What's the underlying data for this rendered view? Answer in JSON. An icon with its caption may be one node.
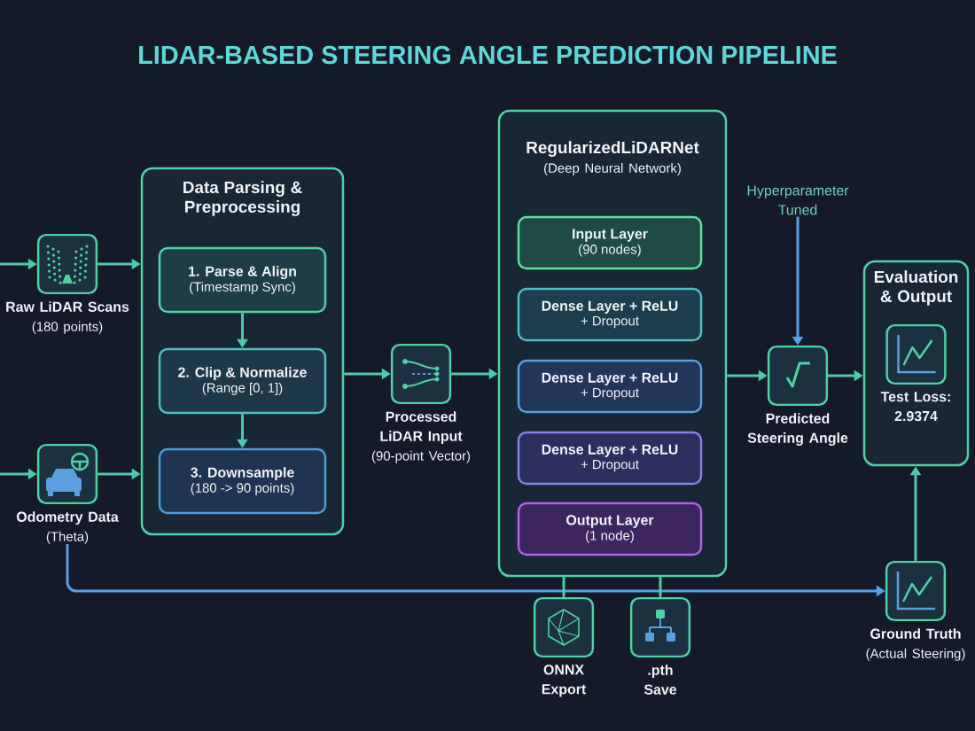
{
  "diagram": {
    "title": "LIDAR-BASED STEERING ANGLE PREDICTION PIPELINE",
    "nodes": [
      {
        "text": [
          "Raw LiDAR Scans",
          "(180 points)"
        ]
      },
      {
        "text": [
          "Odometry Data",
          "(Theta)"
        ]
      },
      {
        "text": [
          "Data Parsing & Preprocessing"
        ]
      },
      {
        "text": [
          "1. Parse & Align",
          "(Timestamp Sync)"
        ],
        "in": 2
      },
      {
        "text": [
          "2. Clip & Normalize",
          "(Range [0, 1])"
        ],
        "in": 2
      },
      {
        "text": [
          "3. Downsample",
          "(180 -> 90 points)"
        ],
        "in": 2
      },
      {
        "text": [
          "Processed LiDAR Input",
          "(90-point Vector)"
        ]
      },
      {
        "text": [
          "RegularizedLiDARNet",
          "(Deep Neural Network)"
        ]
      },
      {
        "text": [
          "Input Layer",
          "(90 nodes)"
        ],
        "in": 7
      },
      {
        "text": [
          "Dense Layer + ReLU",
          "+ Dropout"
        ],
        "in": 7
      },
      {
        "text": [
          "Dense Layer + ReLU",
          "+ Dropout"
        ],
        "in": 7
      },
      {
        "text": [
          "Dense Layer + ReLU",
          "+ Dropout"
        ],
        "in": 7
      },
      {
        "text": [
          "Output Layer",
          "(1 node)"
        ],
        "in": 7
      },
      {
        "text": [
          "Hyperparameter Tuned"
        ]
      },
      {
        "text": [
          "Predicted Steering Angle"
        ]
      },
      {
        "text": [
          "Evaluation & Output",
          "Test Loss: 2.9374"
        ]
      },
      {
        "text": [
          "Ground Truth",
          "(Actual Steering)"
        ]
      },
      {
        "text": [
          "ONNX Export"
        ]
      },
      {
        "text": [
          ".pth Save"
        ]
      }
    ],
    "edges": [
      {
        "from": null,
        "to": 0,
        "arrow": "to"
      },
      {
        "from": null,
        "to": 1,
        "arrow": "to"
      },
      {
        "from": 0,
        "to": 2,
        "arrow": "to"
      },
      {
        "from": 1,
        "to": 2,
        "arrow": "to"
      },
      {
        "from": 3,
        "to": 4,
        "arrow": "to"
      },
      {
        "from": 4,
        "to": 5,
        "arrow": "to"
      },
      {
        "from": 2,
        "to": 6,
        "arrow": "to"
      },
      {
        "from": 6,
        "to": 7,
        "arrow": "to"
      },
      {
        "from": 7,
        "to": 14,
        "arrow": "to"
      },
      {
        "from": 13,
        "to": 14,
        "arrow": "to",
        "color": "#5a9fe0"
      },
      {
        "from": 14,
        "to": 15,
        "arrow": "to"
      },
      {
        "from": 16,
        "to": 15,
        "arrow": "to"
      },
      {
        "from": 1,
        "to": 16,
        "arrow": "to",
        "color": "#5a9fe0"
      },
      {
        "from": 7,
        "to": 17,
        "arrow": "none"
      },
      {
        "from": 7,
        "to": 18,
        "arrow": "none"
      }
    ]
  }
}
